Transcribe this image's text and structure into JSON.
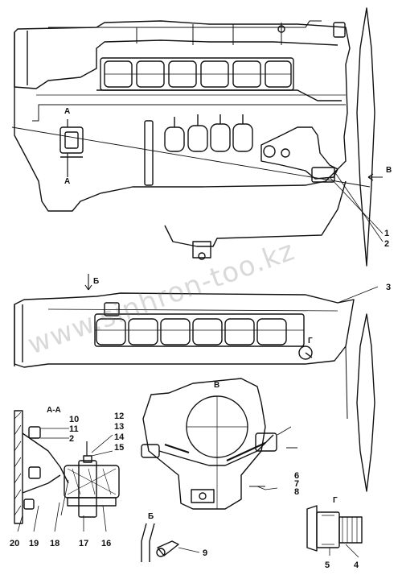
{
  "watermark": "www.sinhron-too.kz",
  "section_labels": {
    "aa_top_left": "А",
    "aa_bottom_left": "А",
    "b_arrow": "Б",
    "v_arrow": "В",
    "g_top": "Г",
    "aa_detail": "А-А",
    "v_detail": "В",
    "b_detail": "Б",
    "g_detail": "Г"
  },
  "callouts": {
    "n1": "1",
    "n2": "2",
    "n3": "3",
    "n4": "4",
    "n5": "5",
    "n6": "6",
    "n7": "7",
    "n8": "8",
    "n9": "9",
    "n10": "10",
    "n11": "11",
    "n2b": "2",
    "n12": "12",
    "n13": "13",
    "n14": "14",
    "n15": "15",
    "n16": "16",
    "n17": "17",
    "n18": "18",
    "n19": "19",
    "n20": "20"
  },
  "colors": {
    "ink": "#111111",
    "paper": "#ffffff"
  }
}
